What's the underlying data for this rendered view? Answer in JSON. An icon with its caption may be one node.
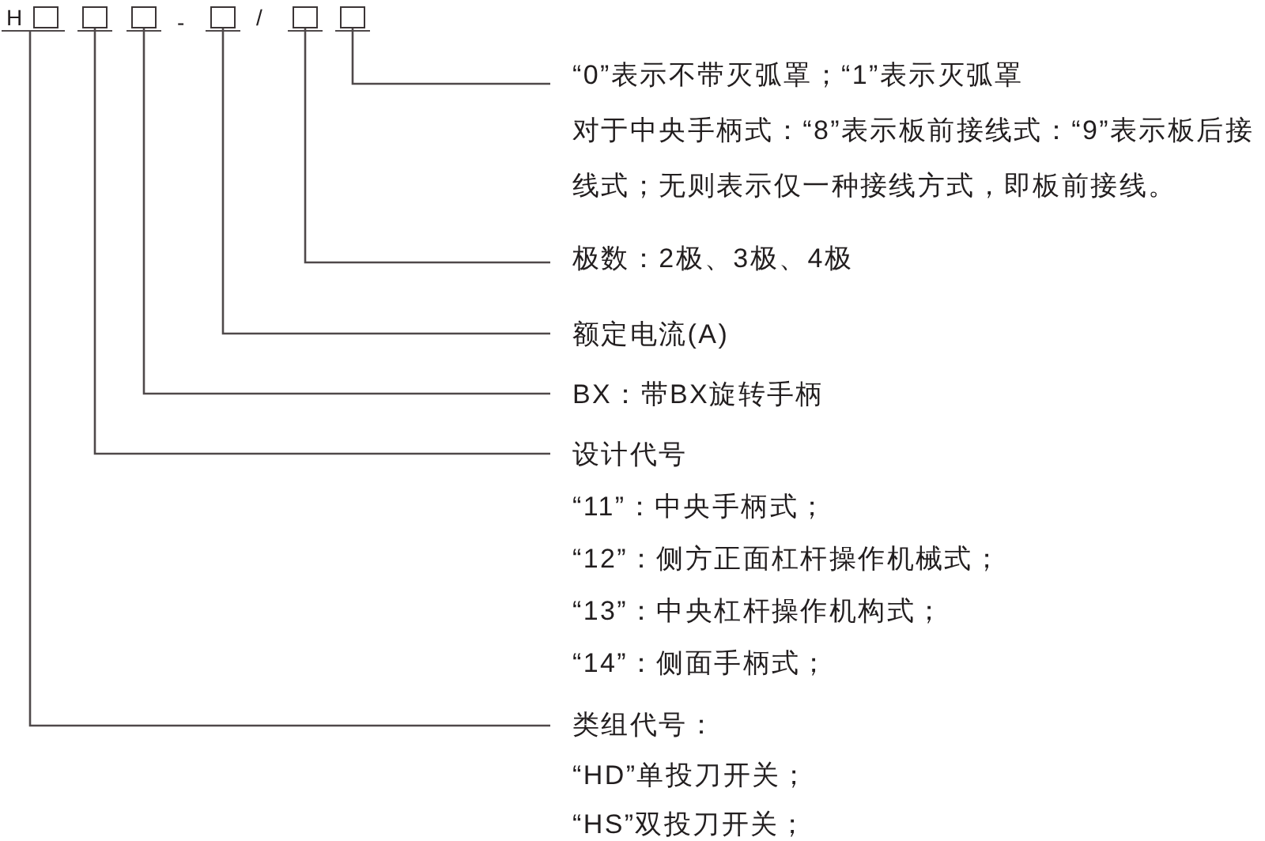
{
  "diagram": {
    "nodes": [
      {
        "text": [
          "H"
        ]
      },
      {
        "text": [],
        "shape": "box",
        "in": 0
      },
      {
        "text": [],
        "shape": "box"
      },
      {
        "text": [],
        "shape": "box"
      },
      {
        "text": [],
        "shape": "box"
      },
      {
        "text": [],
        "shape": "box"
      },
      {
        "text": [],
        "shape": "box"
      },
      {
        "text": [
          "“0”表示不带灭弧罩；“1”表示灭弧罩",
          "对于中央手柄式：“8”表示板前接线式：“9”表示板后接线式；无则表示仅一种接线方式，即板前接线。"
        ]
      },
      {
        "text": [
          "极数：2极、3极、4极"
        ]
      },
      {
        "text": [
          "额定电流(A)"
        ]
      },
      {
        "text": [
          "BX：带BX旋转手柄"
        ]
      },
      {
        "text": [
          "设计代号",
          "“11”：中央手柄式；",
          "“12”：侧方正面杠杆操作机械式；",
          "“13”：中央杠杆操作机构式；",
          "“14”：侧面手柄式；"
        ]
      },
      {
        "text": [
          "类组代号：",
          "“HD”单投刀开关；",
          "“HS”双投刀开关；"
        ]
      }
    ],
    "edges": [
      {
        "from": 6,
        "to": 7,
        "arrow": "none"
      },
      {
        "from": 5,
        "to": 8,
        "arrow": "none"
      },
      {
        "from": 4,
        "to": 9,
        "arrow": "none"
      },
      {
        "from": 3,
        "to": 10,
        "arrow": "none"
      },
      {
        "from": 2,
        "to": 11,
        "arrow": "none"
      },
      {
        "from": 0,
        "to": 12,
        "arrow": "none"
      }
    ],
    "labels": [
      "-",
      "/"
    ]
  }
}
